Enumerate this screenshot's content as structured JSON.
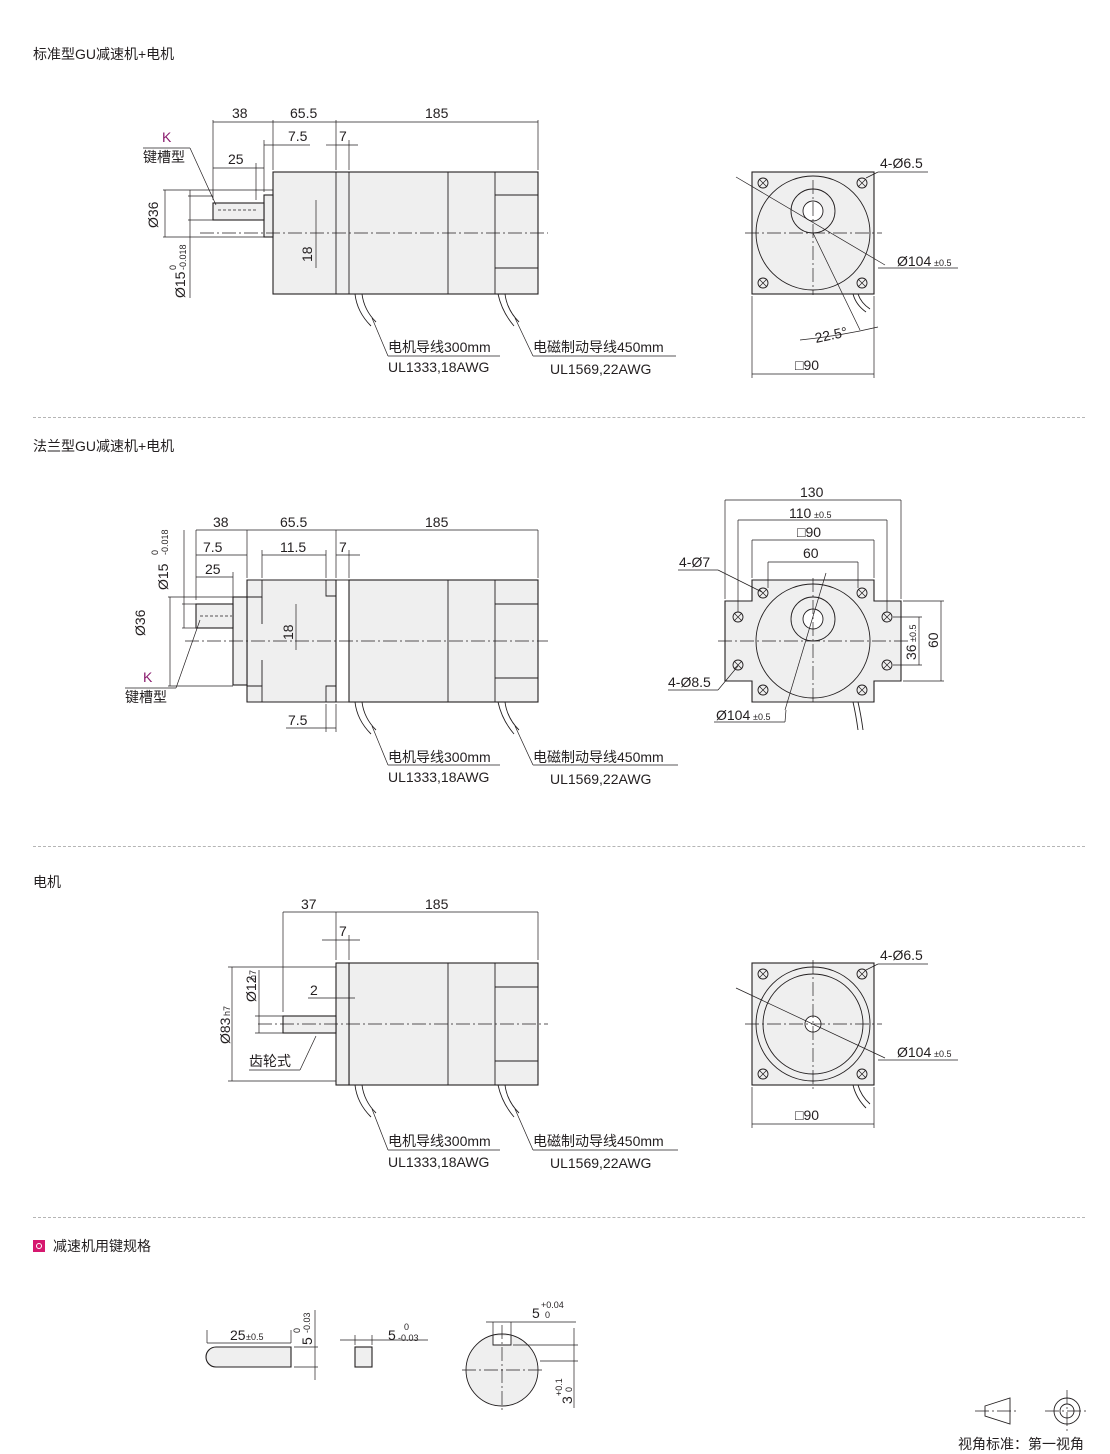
{
  "sections": {
    "standard": {
      "title": "标准型GU减速机+电机",
      "dims": {
        "d38": "38",
        "d655": "65.5",
        "d185": "185",
        "d75": "7.5",
        "d7": "7",
        "d25": "25",
        "d36": "Ø36",
        "d15": "Ø15",
        "d15tol_u": "0",
        "d15tol_l": "-0.018",
        "d18": "18",
        "k": "K",
        "key": "键槽型"
      },
      "front": {
        "holes": "4-Ø6.5",
        "pcd": "Ø104",
        "pcd_tol": "±0.5",
        "angle": "22.5°",
        "square": "□90"
      },
      "leads": [
        {
          "name": "电机导线300mm",
          "spec": "UL1333,18AWG"
        },
        {
          "name": "电磁制动导线450mm",
          "spec": "UL1569,22AWG"
        }
      ]
    },
    "flange": {
      "title": "法兰型GU减速机+电机",
      "dims": {
        "d38": "38",
        "d655": "65.5",
        "d185": "185",
        "d75": "7.5",
        "d115": "11.5",
        "d7": "7",
        "d25": "25",
        "d36": "Ø36",
        "d15": "Ø15",
        "d15tol_u": "0",
        "d15tol_l": "-0.018",
        "d18": "18",
        "d75b": "7.5",
        "k": "K",
        "key": "键槽型"
      },
      "front": {
        "d130": "130",
        "d110": "110",
        "d110_tol": "±0.5",
        "sq90": "□90",
        "d60": "60",
        "holes7": "4-Ø7",
        "holes85": "4-Ø8.5",
        "pcd": "Ø104",
        "pcd_tol": "±0.5",
        "d36": "36",
        "d36_tol": "±0.5",
        "d60v": "60"
      },
      "leads": [
        {
          "name": "电机导线300mm",
          "spec": "UL1333,18AWG"
        },
        {
          "name": "电磁制动导线450mm",
          "spec": "UL1569,22AWG"
        }
      ]
    },
    "motor": {
      "title": "电机",
      "dims": {
        "d37": "37",
        "d185": "185",
        "d7": "7",
        "d2": "2",
        "d83": "Ø83",
        "d83_tol": "h7",
        "d12": "Ø12",
        "d12_tol": "h7",
        "gear": "齿轮式"
      },
      "front": {
        "holes": "4-Ø6.5",
        "pcd": "Ø104",
        "pcd_tol": "±0.5",
        "square": "□90"
      },
      "leads": [
        {
          "name": "电机导线300mm",
          "spec": "UL1333,18AWG"
        },
        {
          "name": "电磁制动导线450mm",
          "spec": "UL1569,22AWG"
        }
      ]
    },
    "key": {
      "title": "减速机用键规格",
      "len": "25",
      "len_tol": "±0.5",
      "h5": "5",
      "h5_u": "0",
      "h5_l": "-0.03",
      "w5": "5",
      "w5_u": "0",
      "w5_l": "-0.03",
      "slot": "5",
      "slot_u": "+0.04",
      "slot_l": "0",
      "depth": "3",
      "depth_u": "+0.1",
      "depth_l": "0"
    }
  },
  "projection": {
    "label": "视角标准：第一视角"
  }
}
